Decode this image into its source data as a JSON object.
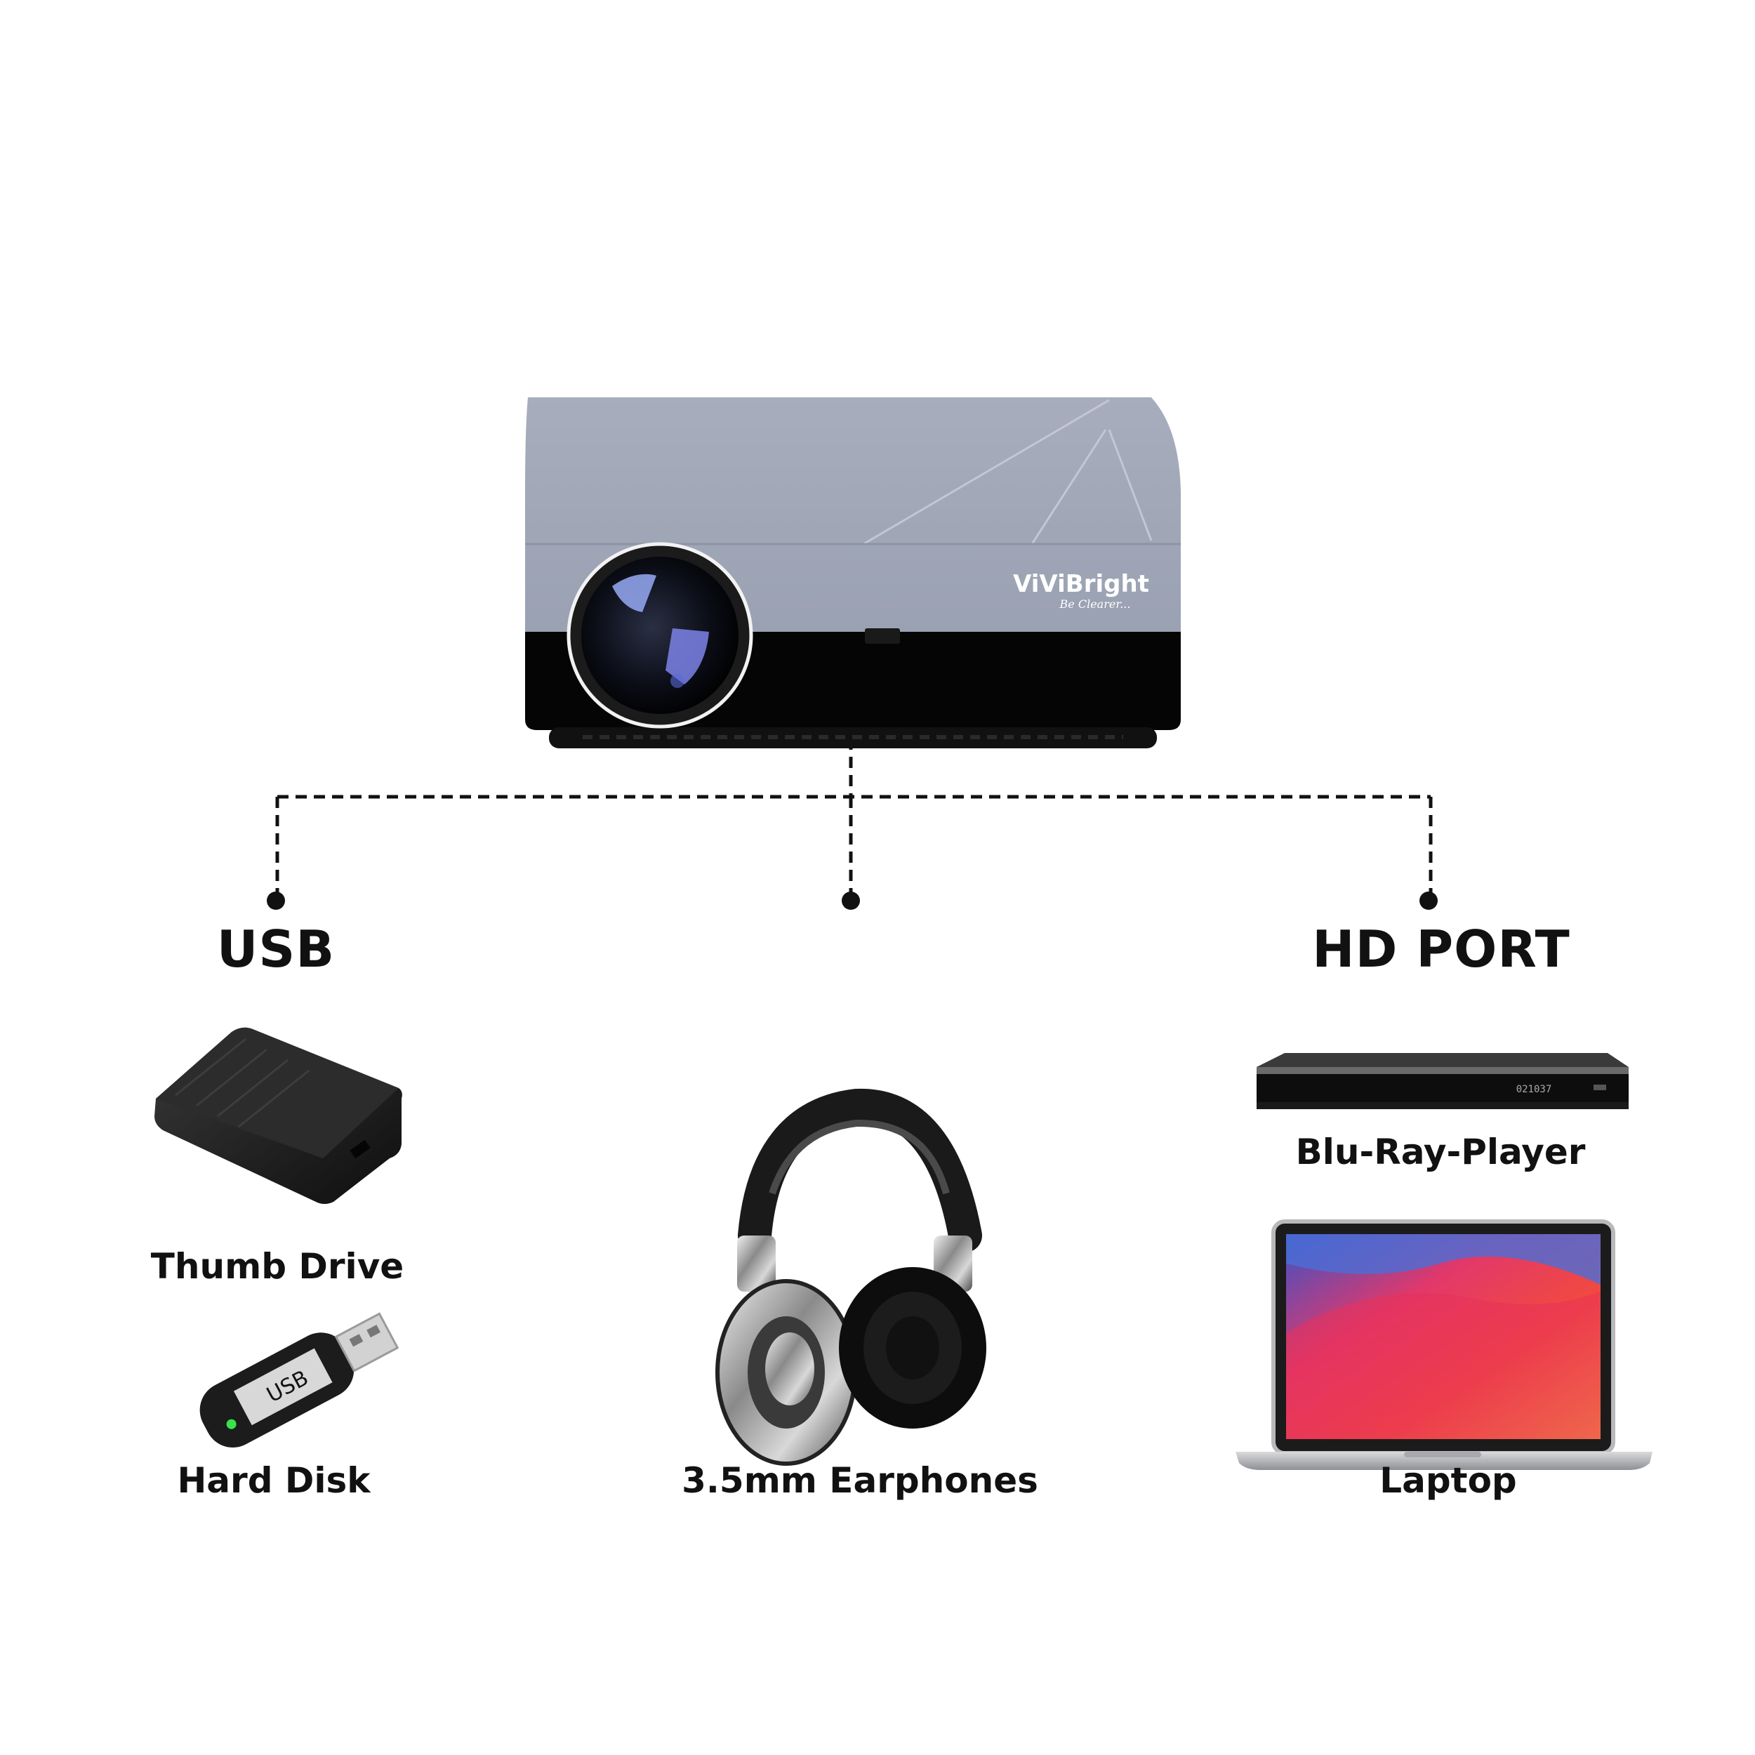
{
  "projector": {
    "brand": "ViViBright",
    "tagline": "Be Clearer...",
    "body_color": "#a0a6b6",
    "base_color": "#000000"
  },
  "groups": {
    "usb": {
      "title": "USB"
    },
    "audio": {
      "title": ""
    },
    "hd_port": {
      "title": "HD PORT"
    }
  },
  "devices": {
    "thumb_drive": {
      "label": "Thumb Drive"
    },
    "hard_disk": {
      "label": "Hard Disk",
      "stick_text": "USB"
    },
    "earphones": {
      "label": "3.5mm Earphones"
    },
    "bluray": {
      "label": "Blu-Ray-Player",
      "display_text": "021037"
    },
    "laptop": {
      "label": "Laptop"
    }
  },
  "colors": {
    "line": "#111111",
    "text": "#111111"
  }
}
